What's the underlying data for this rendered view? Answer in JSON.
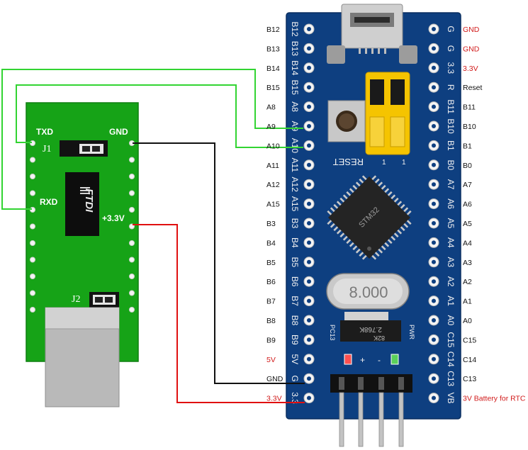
{
  "ftdi_board": {
    "pin_labels": {
      "txd": "TXD",
      "rxd": "RXD",
      "gnd": "GND",
      "v33": "+3.3V"
    },
    "jumpers": {
      "j1": "J1",
      "j2": "J2"
    },
    "chip_text": "FTDI"
  },
  "stm32_board": {
    "left_labels": [
      "B12",
      "B13",
      "B14",
      "B15",
      "A8",
      "A9",
      "A10",
      "A11",
      "A12",
      "A15",
      "B3",
      "B4",
      "B5",
      "B6",
      "B7",
      "B8",
      "B9",
      "5V",
      "GND",
      "3.3V"
    ],
    "left_label_red": [
      false,
      false,
      false,
      false,
      false,
      false,
      false,
      false,
      false,
      false,
      false,
      false,
      false,
      false,
      false,
      false,
      false,
      true,
      false,
      true
    ],
    "right_labels": [
      "GND",
      "GND",
      "3.3V",
      "Reset",
      "B11",
      "B10",
      "B1",
      "B0",
      "A7",
      "A6",
      "A5",
      "A4",
      "A3",
      "A2",
      "A1",
      "A0",
      "C15",
      "C14",
      "C13",
      "3V Battery for RTC"
    ],
    "right_label_red": [
      true,
      true,
      true,
      false,
      false,
      false,
      false,
      false,
      false,
      false,
      false,
      false,
      false,
      false,
      false,
      false,
      false,
      false,
      false,
      true
    ],
    "silk_left": [
      "B12",
      "B13",
      "B14",
      "B15",
      "A8",
      "A9",
      "A10",
      "A11",
      "A12",
      "A15",
      "B3",
      "B4",
      "B5",
      "B6",
      "B7",
      "B8",
      "B9",
      "5V",
      "G",
      "3.3"
    ],
    "silk_right": [
      "G",
      "G",
      "3.3",
      "R",
      "B11",
      "B10",
      "B1",
      "B0",
      "A7",
      "A6",
      "A5",
      "A4",
      "A3",
      "A2",
      "A1",
      "A0",
      "C15",
      "C14",
      "C13",
      "VB"
    ],
    "reset_text": "RESET",
    "crystal_text": "8.000",
    "chip_text": "STM32",
    "reg_text": "2.768K",
    "reg_text2": "82K",
    "pc13_text": "PC13",
    "pwr_text": "PWR",
    "jumper_marks": [
      "1",
      "1"
    ]
  },
  "colors": {
    "board_green": "#16a317",
    "board_blue": "#0e3f80",
    "wire_green": "#32d432",
    "wire_black": "#111111",
    "wire_red": "#e01010",
    "label_red": "#d11a1a",
    "jumper_yellow": "#f5c400"
  }
}
